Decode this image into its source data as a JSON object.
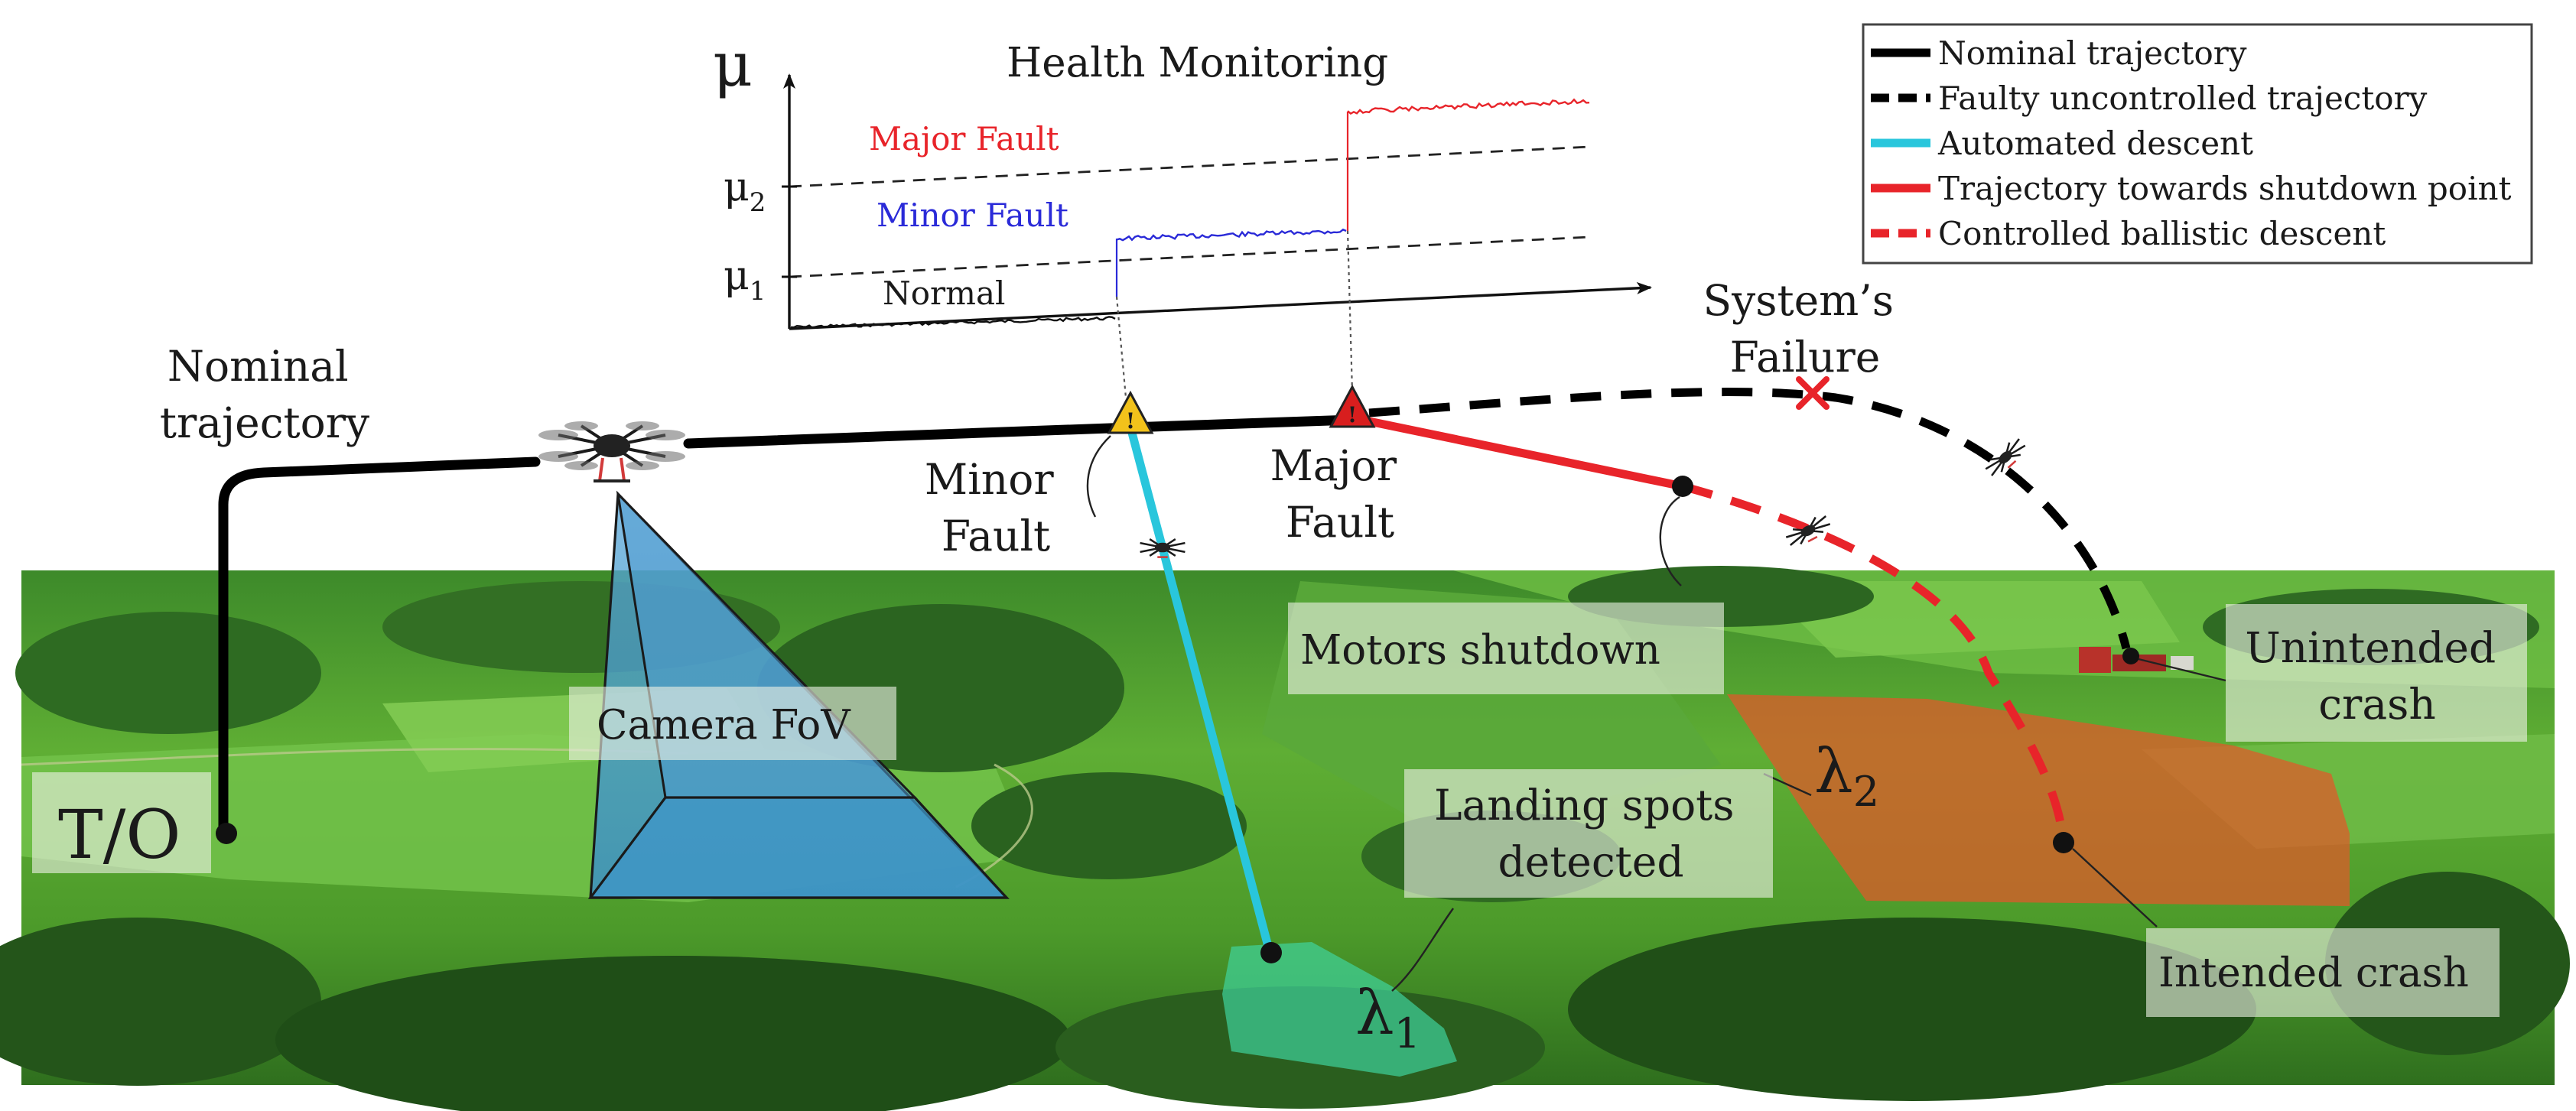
{
  "health_monitoring": {
    "title": "Health Monitoring",
    "axis_label": "μ",
    "threshold_1_label": "μ",
    "threshold_1_sub": "1",
    "threshold_2_label": "μ",
    "threshold_2_sub": "2",
    "level_normal": "Normal",
    "level_minor": "Minor Fault",
    "level_major": "Major Fault",
    "color_normal": "#111111",
    "color_minor": "#2a2ad8",
    "color_major": "#e8242a"
  },
  "legend": {
    "items": [
      {
        "label": "Nominal trajectory",
        "color": "#000000",
        "dashed": false
      },
      {
        "label": "Faulty uncontrolled trajectory",
        "color": "#000000",
        "dashed": true
      },
      {
        "label": "Automated descent",
        "color": "#29c6dc",
        "dashed": false
      },
      {
        "label": "Trajectory towards shutdown point",
        "color": "#e8242a",
        "dashed": false
      },
      {
        "label": "Controlled ballistic descent",
        "color": "#e8242a",
        "dashed": true
      }
    ]
  },
  "labels": {
    "nominal_line1": "Nominal",
    "nominal_line2": "trajectory",
    "takeoff": "T/O",
    "camera_fov": "Camera FoV",
    "minor_fault_line1": "Minor",
    "minor_fault_line2": "Fault",
    "major_fault_line1": "Major",
    "major_fault_line2": "Fault",
    "system_failure_line1": "System’s",
    "system_failure_line2": "Failure",
    "motors_shutdown": "Motors shutdown",
    "landing_spots_line1": "Landing spots",
    "landing_spots_line2": "detected",
    "lambda_1": "λ",
    "lambda_1_sub": "1",
    "lambda_2": "λ",
    "lambda_2_sub": "2",
    "unintended_line1": "Unintended",
    "unintended_line2": "crash",
    "intended_crash": "Intended crash"
  },
  "icons": {
    "drone": "drone-icon",
    "warning_minor": "warning-triangle-icon",
    "warning_major": "warning-triangle-icon",
    "failure": "cross-icon"
  },
  "colors": {
    "minor_warning": "#f2c21b",
    "major_warning": "#d81e1e",
    "landing_zone_1": "#3fd6a0",
    "landing_zone_2": "#e2572a"
  }
}
